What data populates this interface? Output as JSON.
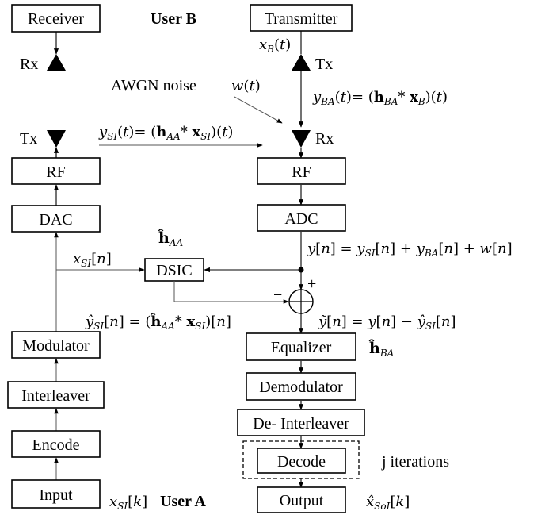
{
  "blocks": {
    "receiver": "Receiver",
    "transmitter": "Transmitter",
    "rf_a": "RF",
    "dac": "DAC",
    "rf_b": "RF",
    "adc": "ADC",
    "dsic": "DSIC",
    "modulator": "Modulator",
    "interleaver": "Interleaver",
    "encode": "Encode",
    "input": "Input",
    "equalizer": "Equalizer",
    "demodulator": "Demodulator",
    "deinterleaver": "De- Interleaver",
    "decode": "Decode",
    "output": "Output"
  },
  "labels": {
    "user_b": "User B",
    "user_a": "User A",
    "rx_a": "Rx",
    "tx_a": "Tx",
    "tx_b": "Tx",
    "rx_b": "Rx",
    "awgn": "AWGN noise",
    "j_iter": "j iterations"
  },
  "math": {
    "xb": "x_B(t)",
    "wt": "w(t)",
    "yba": "y_BA(t)= (h_BA * x_B)(t)",
    "ysi_t": "y_SI(t)= (h_AA * x_SI)(t)",
    "h_aa_hat": "ĥ_AA",
    "xsi_n": "x_SI[n]",
    "yn": "y[n] = y_SI[n] + y_BA[n] + w[n]",
    "ysi_hat": "ŷ_SI[n] = (ĥ_AA * x_SI)[n]",
    "ytilde": "ỹ[n] = y[n] − ŷ_SI[n]",
    "h_ba_hat": "ĥ_BA",
    "xsi_k": "x_SI[k]",
    "xsoi": "x̂_SoI[k]",
    "plus": "+",
    "minus": "−"
  }
}
